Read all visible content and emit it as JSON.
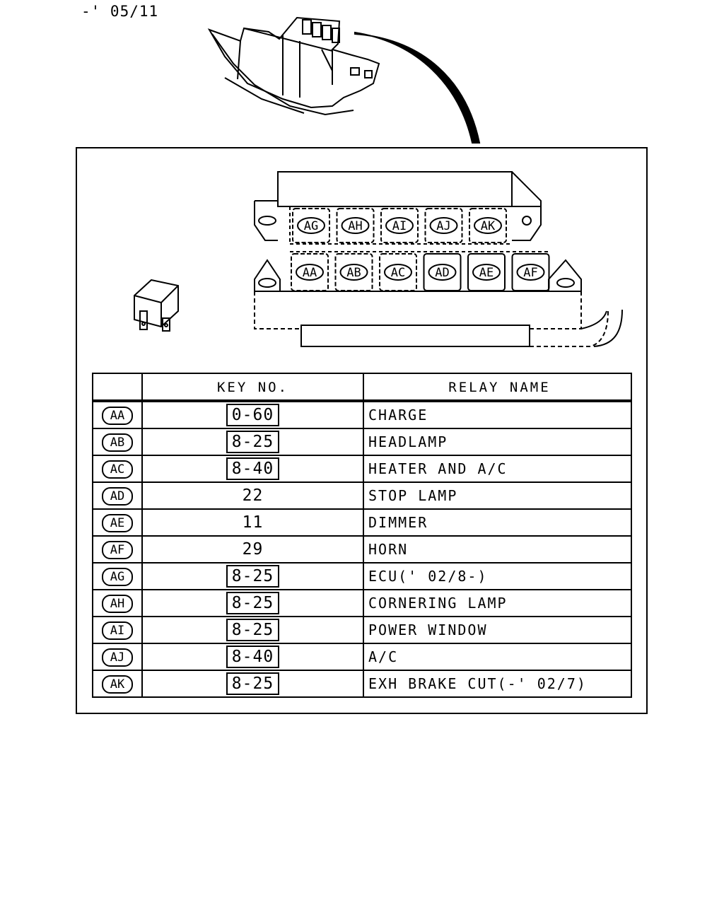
{
  "date_label": "-' 05/11",
  "upper_relays": [
    "AG",
    "AH",
    "AI",
    "AJ",
    "AK"
  ],
  "lower_relays": [
    "AA",
    "AB",
    "AC",
    "AD",
    "AE",
    "AF"
  ],
  "table": {
    "headers": {
      "key": "KEY NO.",
      "name": "RELAY NAME"
    },
    "rows": [
      {
        "id": "AA",
        "key": "0-60",
        "boxed": true,
        "name": "CHARGE"
      },
      {
        "id": "AB",
        "key": "8-25",
        "boxed": true,
        "name": "HEADLAMP"
      },
      {
        "id": "AC",
        "key": "8-40",
        "boxed": true,
        "name": "HEATER AND A/C"
      },
      {
        "id": "AD",
        "key": "22",
        "boxed": false,
        "name": "STOP LAMP"
      },
      {
        "id": "AE",
        "key": "11",
        "boxed": false,
        "name": "DIMMER"
      },
      {
        "id": "AF",
        "key": "29",
        "boxed": false,
        "name": "HORN"
      },
      {
        "id": "AG",
        "key": "8-25",
        "boxed": true,
        "name": "ECU(' 02/8-)"
      },
      {
        "id": "AH",
        "key": "8-25",
        "boxed": true,
        "name": "CORNERING LAMP"
      },
      {
        "id": "AI",
        "key": "8-25",
        "boxed": true,
        "name": "POWER WINDOW"
      },
      {
        "id": "AJ",
        "key": "8-40",
        "boxed": true,
        "name": "A/C"
      },
      {
        "id": "AK",
        "key": "8-25",
        "boxed": true,
        "name": "EXH BRAKE CUT(-' 02/7)"
      }
    ]
  }
}
